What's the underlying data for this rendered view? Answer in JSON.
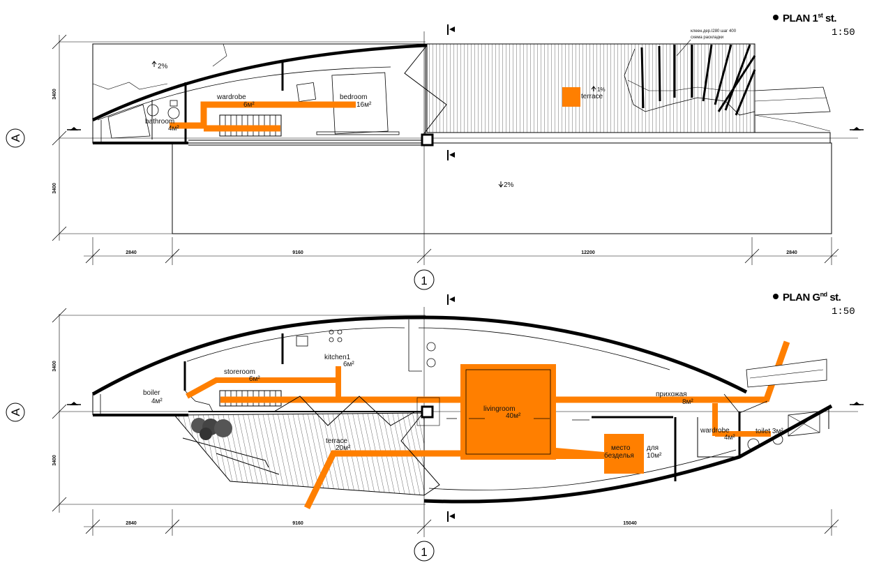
{
  "plan_first": {
    "title": "PLAN 1",
    "title_sup": "st",
    "title_suffix": " st.",
    "scale": "1:50",
    "rooms": {
      "wardrobe": "wardrobe",
      "wardrobe_area": "6м²",
      "bedroom": "bedroom",
      "bedroom_area": "16м²",
      "bathroom": "bathroom",
      "bathroom_area": "4м²",
      "terrace": "terrace"
    },
    "slopes": {
      "roof_left": "2%",
      "terrace": "1%",
      "lower": "2%"
    },
    "note_line1": "клеен.дер.I280 шаг 400",
    "note_line2": "схема раскладки",
    "dims_h": [
      "2840",
      "9160",
      "12200",
      "2840"
    ],
    "dims_v": [
      "3400",
      "3400"
    ],
    "axis_row": "A",
    "axis_col": "1"
  },
  "plan_ground": {
    "title": "PLAN G",
    "title_sup": "nd",
    "title_suffix": " st.",
    "scale": "1:50",
    "rooms": {
      "boiler": "boiler",
      "boiler_area": "4м²",
      "storeroom": "storeroom",
      "storeroom_area": "6м²",
      "kitchen": "kitchen1",
      "kitchen_area": "6м²",
      "livingroom": "livingroom",
      "livingroom_area": "40м²",
      "hall": "прихожая",
      "hall_area": "8м²",
      "wardrobe": "wardrobe",
      "wardrobe_area": "4м²",
      "toilet": "toilet 3м²",
      "terrace": "terrace",
      "terrace_area": "20м²",
      "idle_line1": "место",
      "idle_line2": "безделья",
      "idle_for": "для",
      "idle_area": "10м²"
    },
    "dims_h": [
      "2840",
      "9160",
      "15040"
    ],
    "dims_v": [
      "3400",
      "3400"
    ],
    "axis_row": "A",
    "axis_col": "1"
  },
  "colors": {
    "accent": "#ff7f00",
    "line": "#000000",
    "background": "#ffffff"
  }
}
